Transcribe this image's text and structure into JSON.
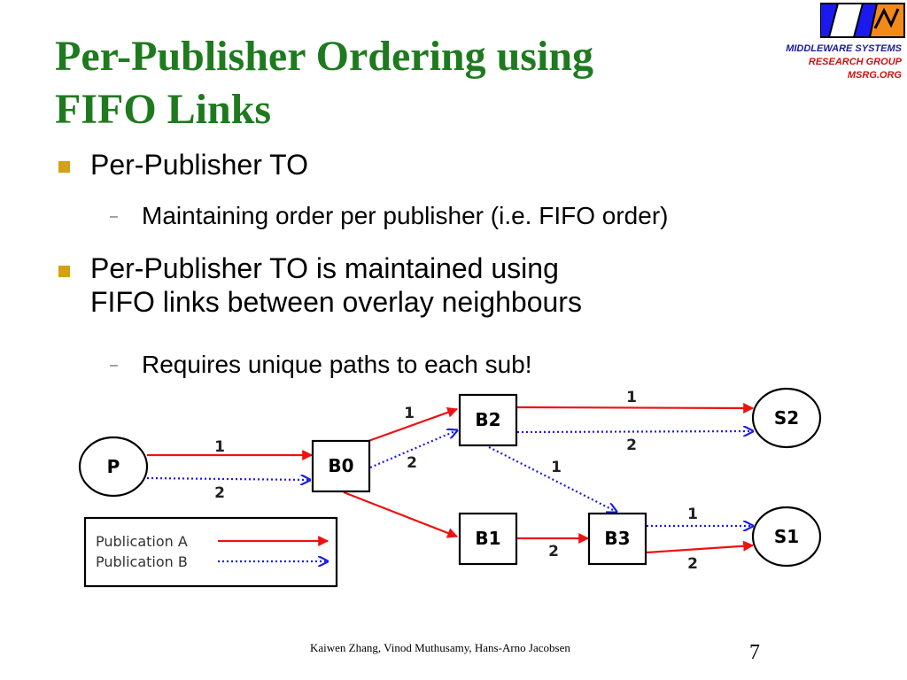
{
  "slide": {
    "title_line1": "Per-Publisher Ordering using",
    "title_line2": "FIFO Links",
    "bullets": [
      {
        "text": "Per-Publisher TO",
        "sub": "Maintaining order per publisher (i.e. FIFO order)"
      },
      {
        "text_line1": "Per-Publisher TO is maintained using",
        "text_line2": "FIFO links between overlay neighbours",
        "sub": "Requires unique paths to each sub!"
      }
    ],
    "footer": "Kaiwen Zhang, Vinod Muthusamy, Hans-Arno Jacobsen",
    "page_number": "7"
  },
  "org": {
    "line1": "MIDDLEWARE SYSTEMS",
    "line2": "RESEARCH GROUP",
    "line3": "MSRG.ORG"
  },
  "diagram": {
    "nodes": {
      "P": "P",
      "B0": "B0",
      "B1": "B1",
      "B2": "B2",
      "B3": "B3",
      "S1": "S1",
      "S2": "S2"
    },
    "edge_labels": {
      "p_b0_a": "1",
      "p_b0_b": "2",
      "b0_b2_a": "1",
      "b0_b2_b": "2",
      "b2_s2_a": "1",
      "b2_s2_b": "2",
      "b2_b3_b": "1",
      "b1_b3_a": "2",
      "b3_s1_b": "1",
      "b3_s1_a": "2"
    },
    "legend": {
      "a": "Publication A",
      "b": "Publication B"
    },
    "colors": {
      "publication_a": "#ee1111",
      "publication_b": "#1a1aee"
    }
  }
}
